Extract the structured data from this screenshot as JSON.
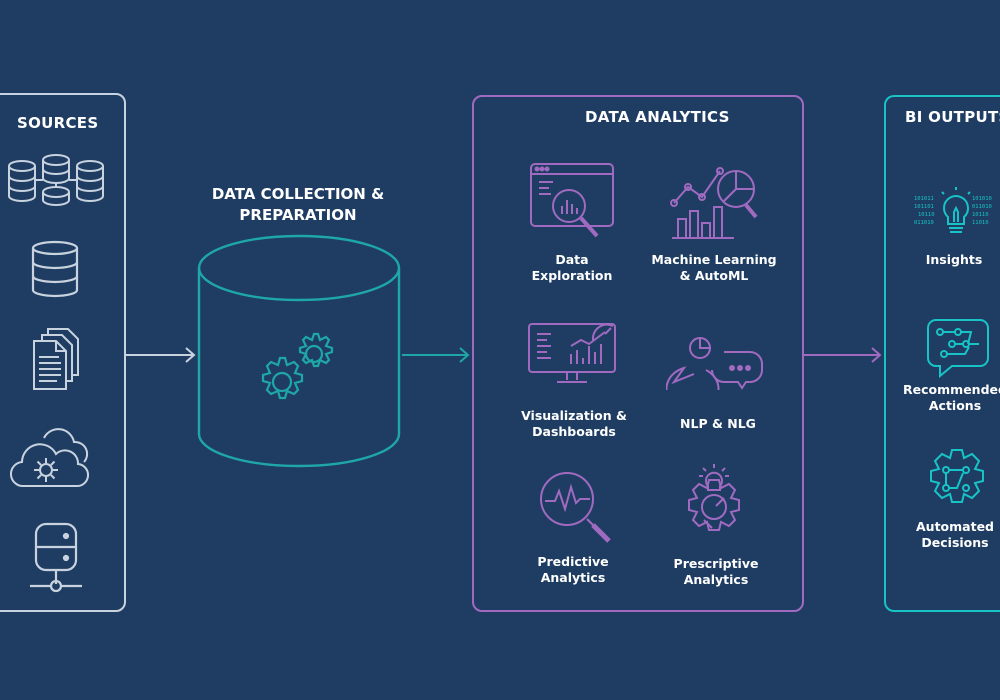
{
  "sources": {
    "title": "SOURCES"
  },
  "collection": {
    "title": "DATA COLLECTION & PREPARATION"
  },
  "analytics": {
    "title": "DATA ANALYTICS",
    "items": [
      {
        "label": "Data Exploration"
      },
      {
        "label": "Machine Learning & AutoML"
      },
      {
        "label": "Visualization & Dashboards"
      },
      {
        "label": "NLP & NLG"
      },
      {
        "label": "Predictive Analytics"
      },
      {
        "label": "Prescriptive Analytics"
      }
    ]
  },
  "bi_outputs": {
    "title": "BI OUTPUTS",
    "items": [
      {
        "label": "Insights"
      },
      {
        "label": "Recommended Actions"
      },
      {
        "label": "Automated Decisions"
      }
    ]
  },
  "colors": {
    "background": "#1f3d62",
    "sources_border": "#c8d3df",
    "collection_stroke": "#1fa7a8",
    "analytics_border": "#a06ac1",
    "bi_border": "#18c3c7"
  }
}
